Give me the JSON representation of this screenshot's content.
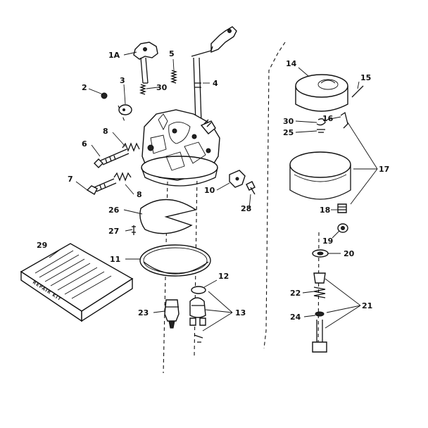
{
  "labels": {
    "l1A": "1A",
    "l5": "5",
    "l4": "4",
    "l2": "2",
    "l3": "3",
    "l30a": "30",
    "l8a": "8",
    "l6": "6",
    "l7": "7",
    "l8b": "8",
    "l10": "10",
    "l28": "28",
    "l26": "26",
    "l27": "27",
    "l11": "11",
    "l12": "12",
    "l23": "23",
    "l13": "13",
    "l29": "29",
    "l14": "14",
    "l15": "15",
    "l30b": "30",
    "l16": "16",
    "l25": "25",
    "l17": "17",
    "l18": "18",
    "l19": "19",
    "l20": "20",
    "l22": "22",
    "l21": "21",
    "l24": "24"
  },
  "repair_kit_text": "REPAIR KIT"
}
